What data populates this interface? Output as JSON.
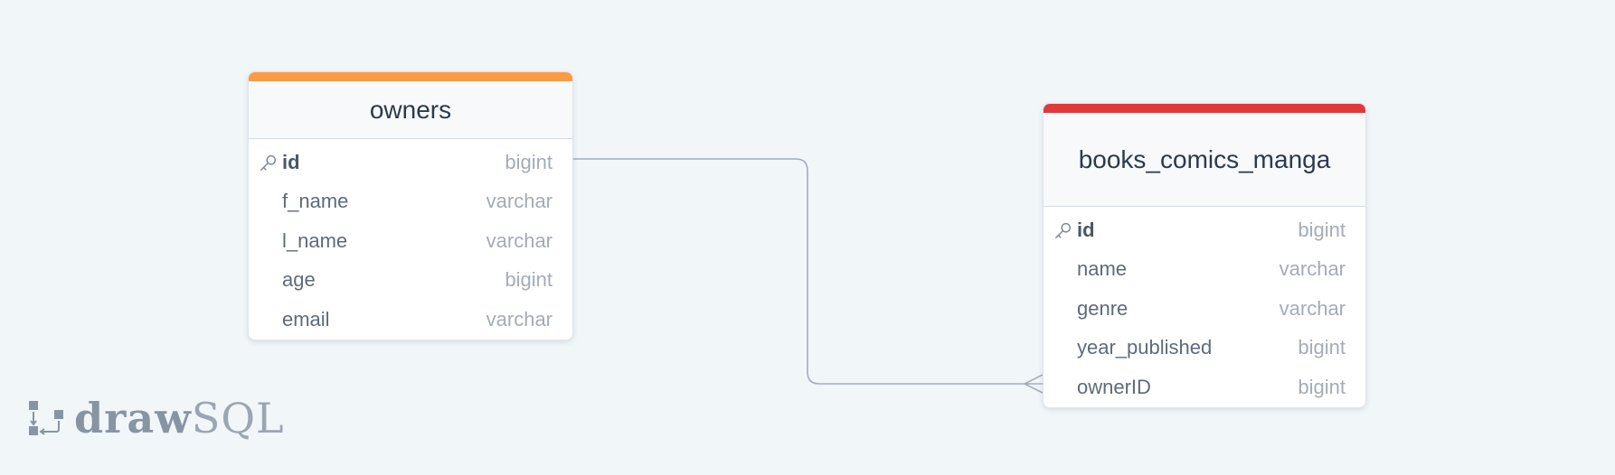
{
  "brand": {
    "bold": "draw",
    "light": "SQL"
  },
  "colors": {
    "background": "#f1f6f9",
    "owners_accent": "#fb9b46",
    "books_accent": "#e2383a",
    "relation_line": "#a3adba"
  },
  "tables": {
    "owners": {
      "name": "owners",
      "columns": [
        {
          "name": "id",
          "type": "bigint",
          "primary_key": true,
          "icon": "key-icon"
        },
        {
          "name": "f_name",
          "type": "varchar"
        },
        {
          "name": "l_name",
          "type": "varchar"
        },
        {
          "name": "age",
          "type": "bigint"
        },
        {
          "name": "email",
          "type": "varchar"
        }
      ]
    },
    "books": {
      "name": "books_comics_manga",
      "columns": [
        {
          "name": "id",
          "type": "bigint",
          "primary_key": true,
          "icon": "key-icon"
        },
        {
          "name": "name",
          "type": "varchar"
        },
        {
          "name": "genre",
          "type": "varchar"
        },
        {
          "name": "year_published",
          "type": "bigint"
        },
        {
          "name": "ownerID",
          "type": "bigint"
        }
      ]
    }
  },
  "relations": [
    {
      "from": "owners.id",
      "to": "books_comics_manga.ownerID",
      "from_cardinality": "one",
      "to_cardinality": "many"
    }
  ]
}
